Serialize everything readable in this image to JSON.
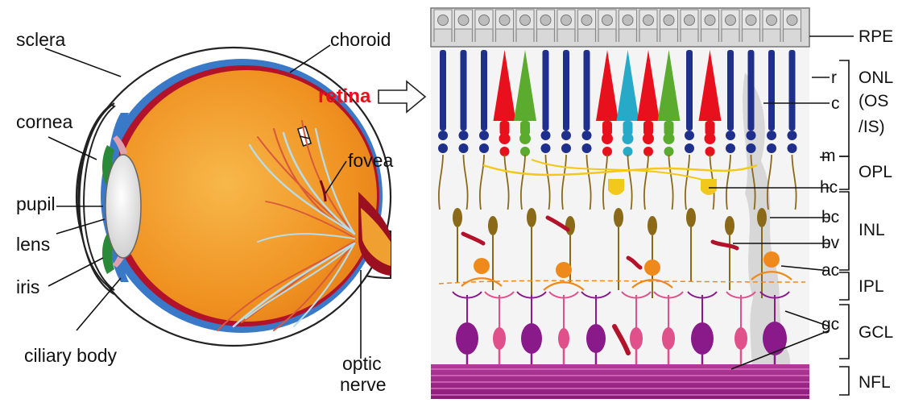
{
  "eye_labels": {
    "sclera": "sclera",
    "cornea": "cornea",
    "pupil": "pupil",
    "lens": "lens",
    "iris": "iris",
    "ciliary_body": "ciliary body",
    "choroid": "choroid",
    "retina": "retina",
    "fovea": "fovea",
    "optic_nerve_1": "optic",
    "optic_nerve_2": "nerve"
  },
  "retina_layers": {
    "rpe": "RPE",
    "onl": "ONL",
    "onl_sub1": "(OS",
    "onl_sub2": "/IS)",
    "opl": "OPL",
    "inl": "INL",
    "ipl": "IPL",
    "gcl": "GCL",
    "nfl": "NFL"
  },
  "cell_labels": {
    "r": "r",
    "c": "c",
    "m": "m",
    "hc": "hc",
    "bc": "bc",
    "bv": "bv",
    "ac": "ac",
    "gc": "gc"
  },
  "colors": {
    "sclera_fill": "#ffffff",
    "choroid_blue": "#3a78c8",
    "retina_red": "#b2122a",
    "vitreous_orange": "#f29a22",
    "lens_white": "#dddddd",
    "rod_blue": "#1f2f8c",
    "cone_red": "#e8101c",
    "cone_green": "#5aab2e",
    "cone_cyan": "#27aac8",
    "bipolar_brown": "#8a6a18",
    "horizontal_yellow": "#f2c81a",
    "amacrine_orange": "#ee8a1c",
    "ganglion_purple": "#8a1a8a",
    "ganglion_pink": "#e0508a",
    "nfl_purple": "#a02a8a",
    "rpe_grey": "#d8d8d8",
    "label_red": "#e8101c"
  }
}
